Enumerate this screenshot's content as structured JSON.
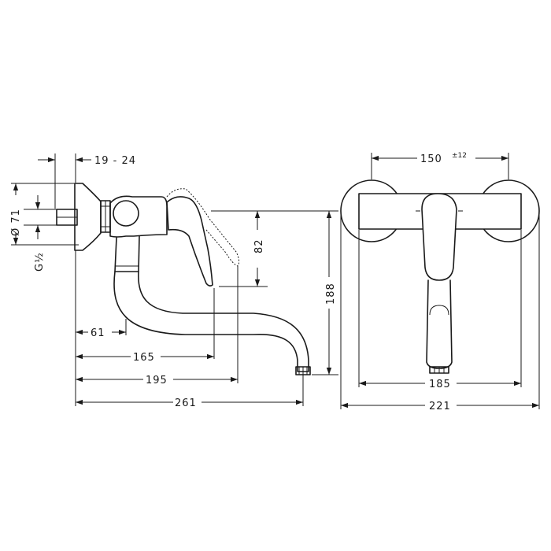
{
  "side_view": {
    "dim_19_24": "19 - 24",
    "dim_71": "Ø 71",
    "dim_thread": "G½",
    "dim_82": "82",
    "dim_188": "188",
    "dim_61": "61",
    "dim_165": "165",
    "dim_195": "195",
    "dim_261": "261"
  },
  "front_view": {
    "dim_150": "150",
    "dim_150_tol": "±12",
    "dim_185": "185",
    "dim_221": "221"
  }
}
